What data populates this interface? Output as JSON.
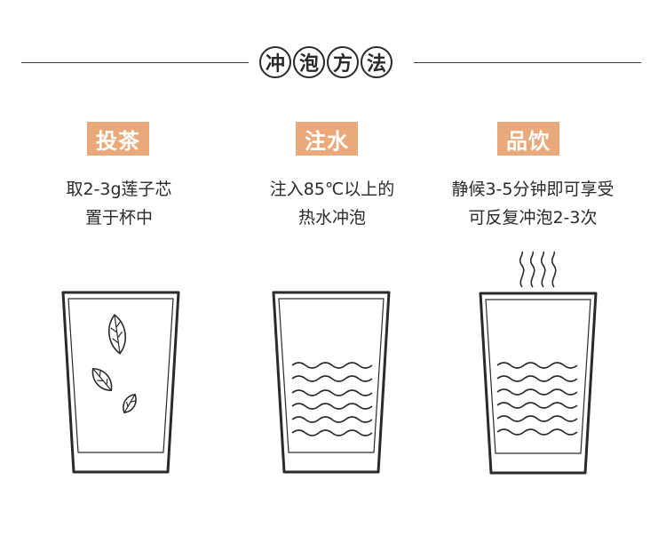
{
  "title": {
    "chars": [
      "冲",
      "泡",
      "方",
      "法"
    ]
  },
  "steps": [
    {
      "badge": "投茶",
      "line1": "取2-3g莲子芯",
      "line2": "置于杯中"
    },
    {
      "badge": "注水",
      "line1": "注入85℃以上的",
      "line2": "热水冲泡"
    },
    {
      "badge": "品饮",
      "line1": "静候3-5分钟即可享受",
      "line2": "可反复冲泡2-3次"
    }
  ],
  "icons": [
    "cup-icon",
    "leaf-icon",
    "water-wave-icon",
    "steam-icon"
  ],
  "colors": {
    "badge": "#e9a97a",
    "ink": "#2a2a2a"
  }
}
